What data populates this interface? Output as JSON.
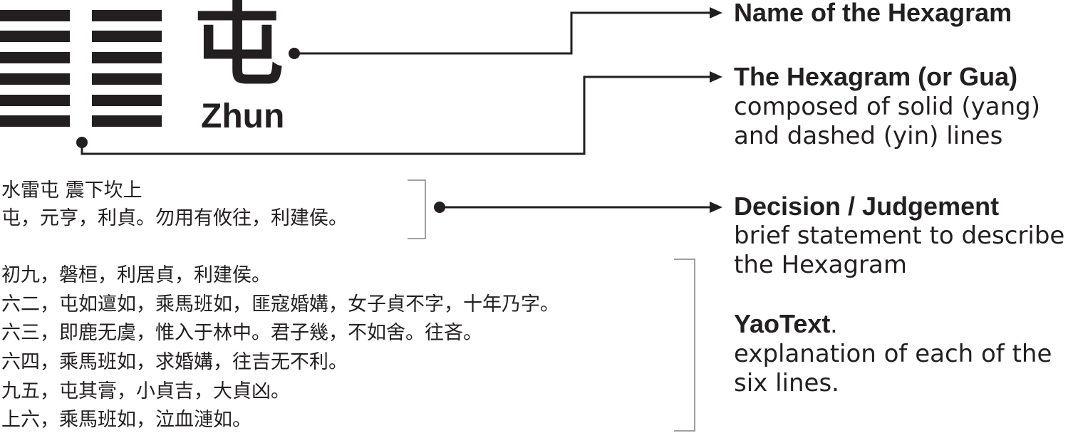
{
  "hexagram": {
    "character": "屯",
    "romanization": "Zhun",
    "lines": [
      "broken",
      "broken",
      "broken",
      "broken",
      "broken",
      "broken"
    ]
  },
  "judgement_text": {
    "line1": "水雷屯 震下坎上",
    "line2": "屯，元亨，利貞。勿用有攸往，利建侯。"
  },
  "yao_text": [
    "初九，磐桓，利居貞，利建侯。",
    "六二，屯如邅如，乘馬班如，匪寇婚媾，女子貞不字，十年乃字。",
    "六三，即鹿无虞，惟入于林中。君子幾，不如舍。往吝。",
    "六四，乘馬班如，求婚媾，往吉无不利。",
    "九五，屯其膏，小貞吉，大貞凶。",
    "上六，乘馬班如，泣血漣如。"
  ],
  "labels": {
    "name": {
      "title": "Name of the Hexagram"
    },
    "gua": {
      "title": "The Hexagram (or Gua)",
      "desc1": "composed of solid (yang)",
      "desc2": "and dashed (yin) lines"
    },
    "decision": {
      "title": "Decision / Judgement",
      "desc1": "brief statement to describe",
      "desc2": "the Hexagram"
    },
    "yao": {
      "title": "YaoText",
      "title_suffix": ".",
      "desc1": "explanation of each of the",
      "desc2": "six lines."
    }
  },
  "colors": {
    "ink": "#231f20",
    "bracket": "#808080"
  }
}
